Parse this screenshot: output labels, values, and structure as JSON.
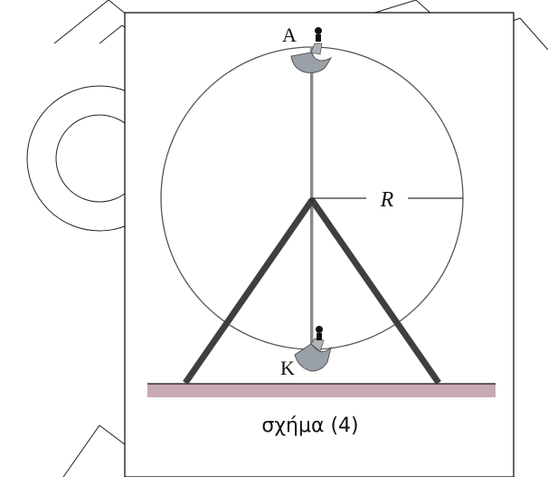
{
  "figure": {
    "point_top": "A",
    "point_bottom": "K",
    "radius_label": "R",
    "caption": "σχήμα (4)"
  }
}
